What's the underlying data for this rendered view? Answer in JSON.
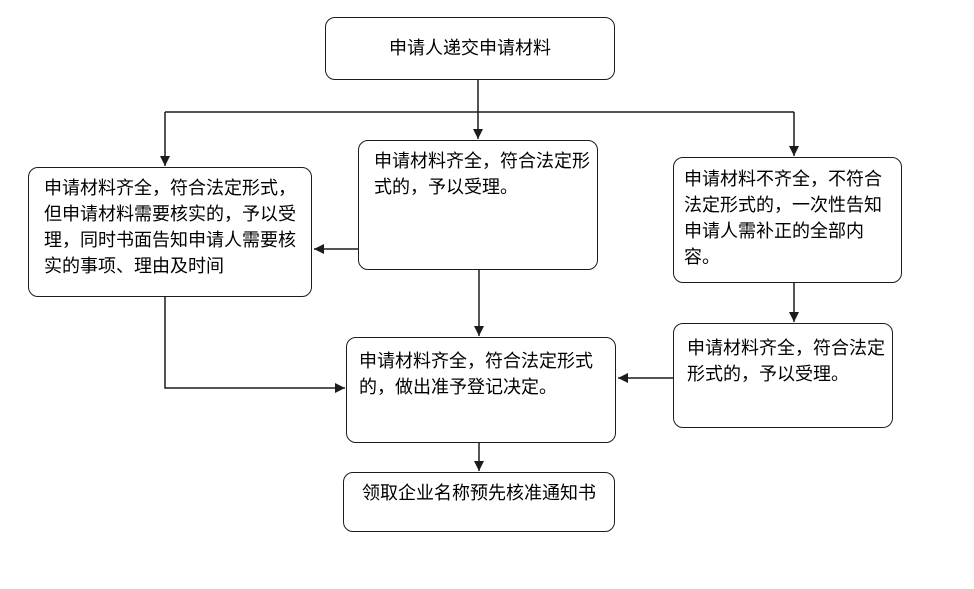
{
  "diagram": {
    "type": "flowchart",
    "colors": {
      "background": "#ffffff",
      "box_fill": "#ffffff",
      "line": "#1c1c1c",
      "text": "#000000"
    },
    "nodes": {
      "submit": "申请人递交申请材料",
      "accept_verify": "申请材料齐全，符合法定形式，但申请材料需要核实的，予以受理，同时书面告知申请人需要核实的事项、理由及时间",
      "accept_middle": "申请材料齐全，符合法定形式的，予以受理。",
      "incomplete": "申请材料不齐全，不符合法定形式的，一次性告知申请人需补正的全部内容。",
      "decision": "申请材料齐全，符合法定形式的，做出准予登记决定。",
      "accept_right": "申请材料齐全，符合法定形式的，予以受理。",
      "notice": "领取企业名称预先核准通知书"
    },
    "edges": [
      {
        "from": "submit",
        "to": "accept_verify"
      },
      {
        "from": "submit",
        "to": "accept_middle"
      },
      {
        "from": "submit",
        "to": "incomplete"
      },
      {
        "from": "accept_middle",
        "to": "accept_verify"
      },
      {
        "from": "accept_verify",
        "to": "decision"
      },
      {
        "from": "accept_middle",
        "to": "decision"
      },
      {
        "from": "incomplete",
        "to": "accept_right"
      },
      {
        "from": "accept_right",
        "to": "decision"
      },
      {
        "from": "decision",
        "to": "notice"
      }
    ]
  }
}
